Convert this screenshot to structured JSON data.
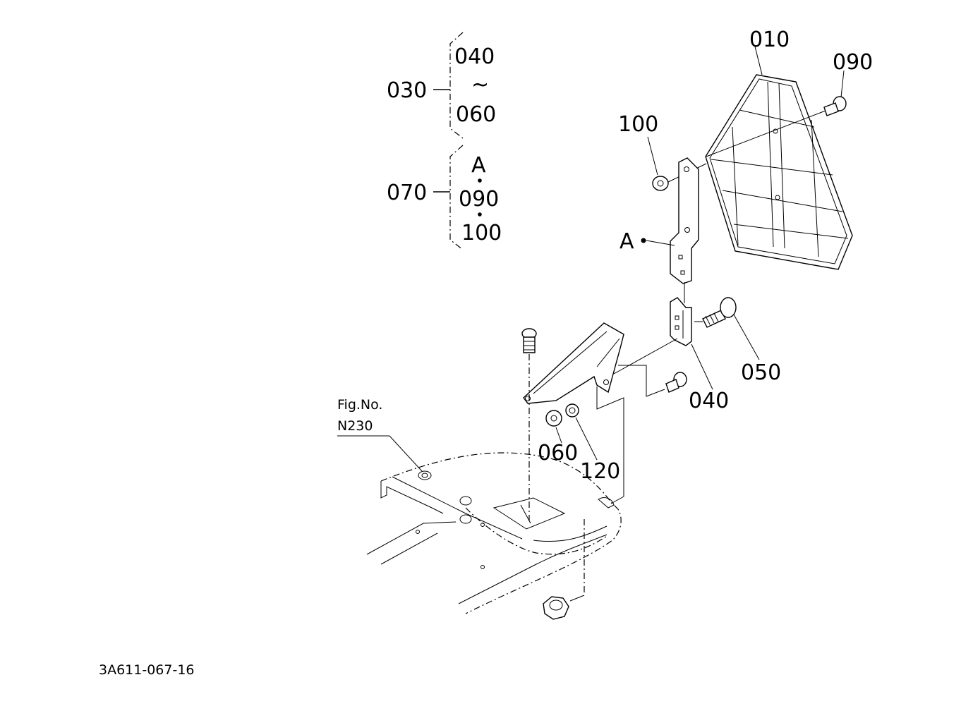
{
  "groups": {
    "g030": {
      "code": "030",
      "from": "040",
      "tilde": "~",
      "to": "060"
    },
    "g070": {
      "code": "070",
      "a": "A",
      "b": "090",
      "c": "100"
    }
  },
  "callouts": {
    "c010": "010",
    "c090": "090",
    "c100": "100",
    "cA": "A",
    "c050": "050",
    "c040": "040",
    "c060": "060",
    "c120": "120"
  },
  "figref": {
    "line1": "Fig.No.",
    "line2": "N230"
  },
  "drawing_number": "3A611-067-16"
}
